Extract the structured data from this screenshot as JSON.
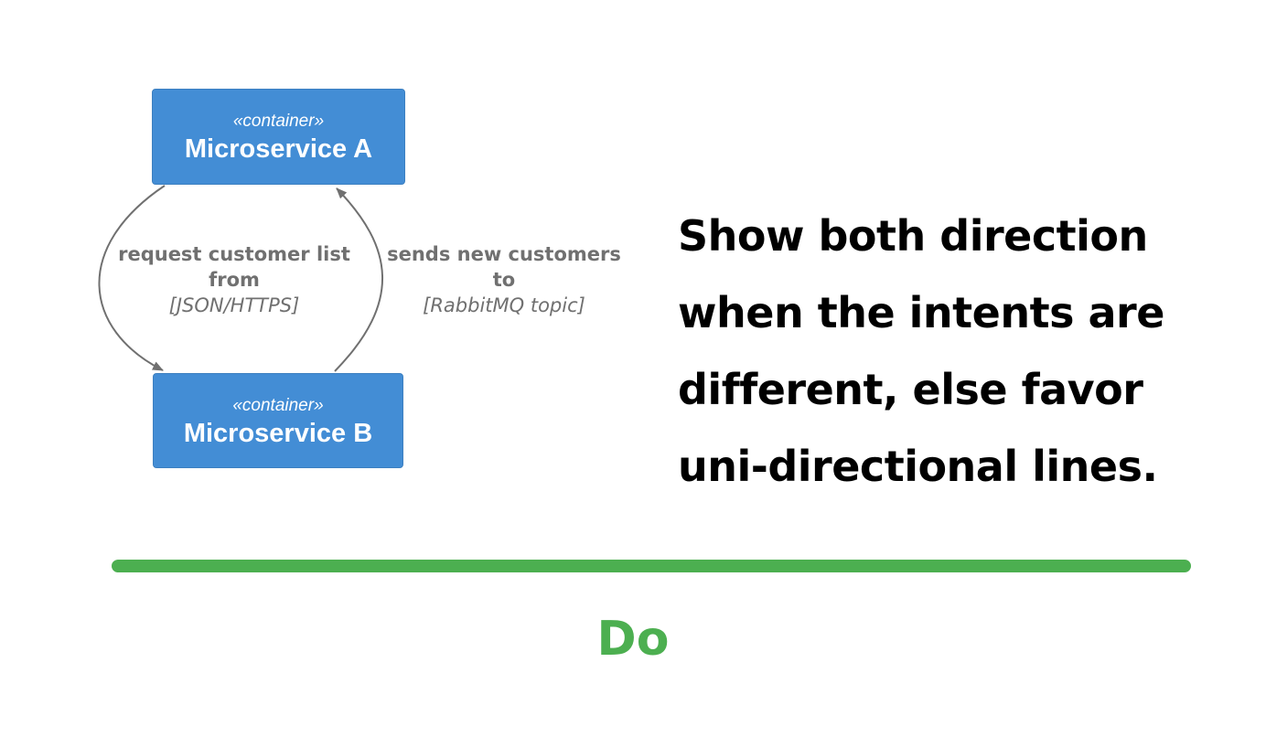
{
  "diagram": {
    "nodes": [
      {
        "stereotype": "«container»",
        "title": "Microservice A"
      },
      {
        "stereotype": "«container»",
        "title": "Microservice B"
      }
    ],
    "edges": [
      {
        "label_line1": "request customer list",
        "label_line2": "from",
        "technology": "[JSON/HTTPS]"
      },
      {
        "label_line1": "sends new customers",
        "label_line2": "to",
        "technology": "[RabbitMQ topic]"
      }
    ],
    "colors": {
      "node_fill": "#438dd5",
      "node_text": "#ffffff",
      "edge": "#707070"
    }
  },
  "guideline": {
    "line1": "Show both direction",
    "line2": "when the intents are",
    "line3": "different, else favor",
    "line4": "uni-directional lines."
  },
  "verdict": {
    "label": "Do",
    "color": "#4caf50"
  }
}
